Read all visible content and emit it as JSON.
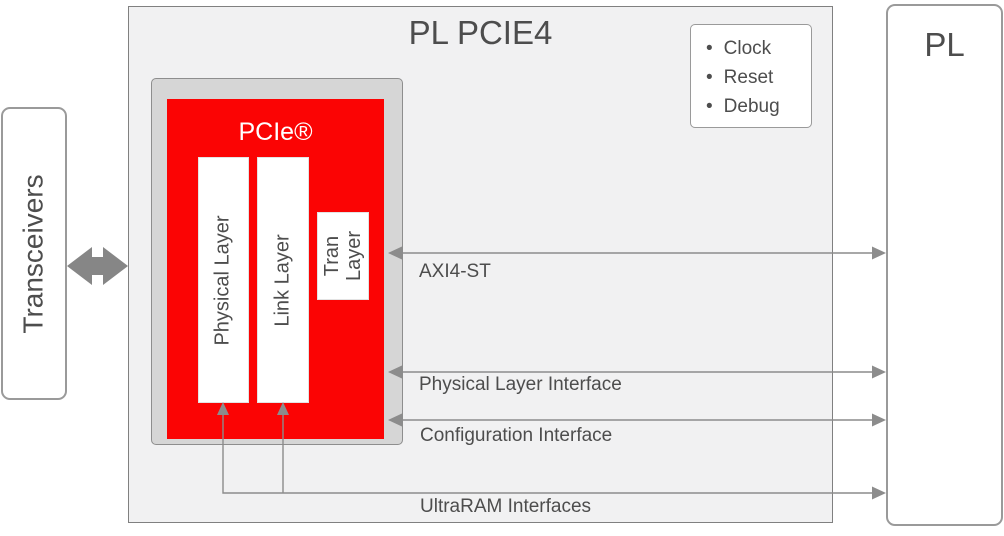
{
  "diagram": {
    "title": "PL PCIE4",
    "transceivers": "Transceivers",
    "pl": "PL",
    "pcie": "PCIe®",
    "layers": [
      "Physical Layer",
      "Link Layer",
      "Tran Layer"
    ],
    "control_signals": [
      "Clock",
      "Reset",
      "Debug"
    ],
    "interfaces": [
      "AXI4-ST",
      "Physical Layer Interface",
      "Configuration Interface",
      "UltraRAM Interfaces"
    ],
    "colors": {
      "core_red": "#fb0404",
      "container_gray": "#d6d6d6",
      "panel_gray": "#f1f1f2",
      "line_gray": "#8c8c8c",
      "text_dark": "#4d4d4d"
    }
  }
}
